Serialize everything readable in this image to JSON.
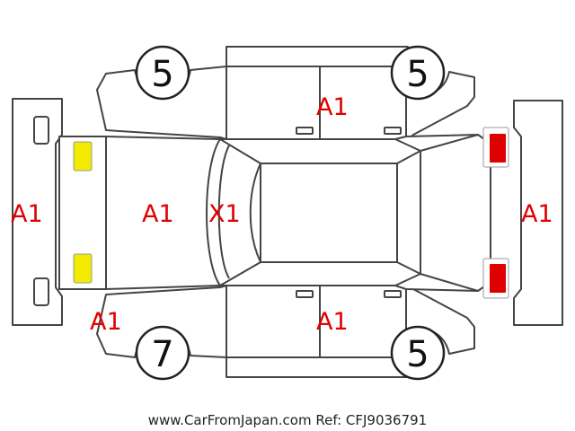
{
  "colors": {
    "damage_code": "#e00000",
    "light_amber": "#f2ea00",
    "light_red": "#e00000",
    "outline": "#444444"
  },
  "tyres": {
    "front_left": "5",
    "front_right": "5",
    "rear_left": "7",
    "rear_right": "5"
  },
  "codes": {
    "rear_bumper": "A1",
    "tailgate": "A1",
    "roof_rear_pillar": "X1",
    "doors_top": "A1",
    "doors_bottom": "A1",
    "rear_quarter_bottom": "A1",
    "front_bumper": "A1"
  },
  "lights": {
    "rear_left": "amber-lamp",
    "rear_right": "amber-lamp",
    "front_left": "red-lamp",
    "front_right": "red-lamp"
  },
  "footer": {
    "credit": "www.CarFromJapan.com Ref: CFJ9036791"
  }
}
